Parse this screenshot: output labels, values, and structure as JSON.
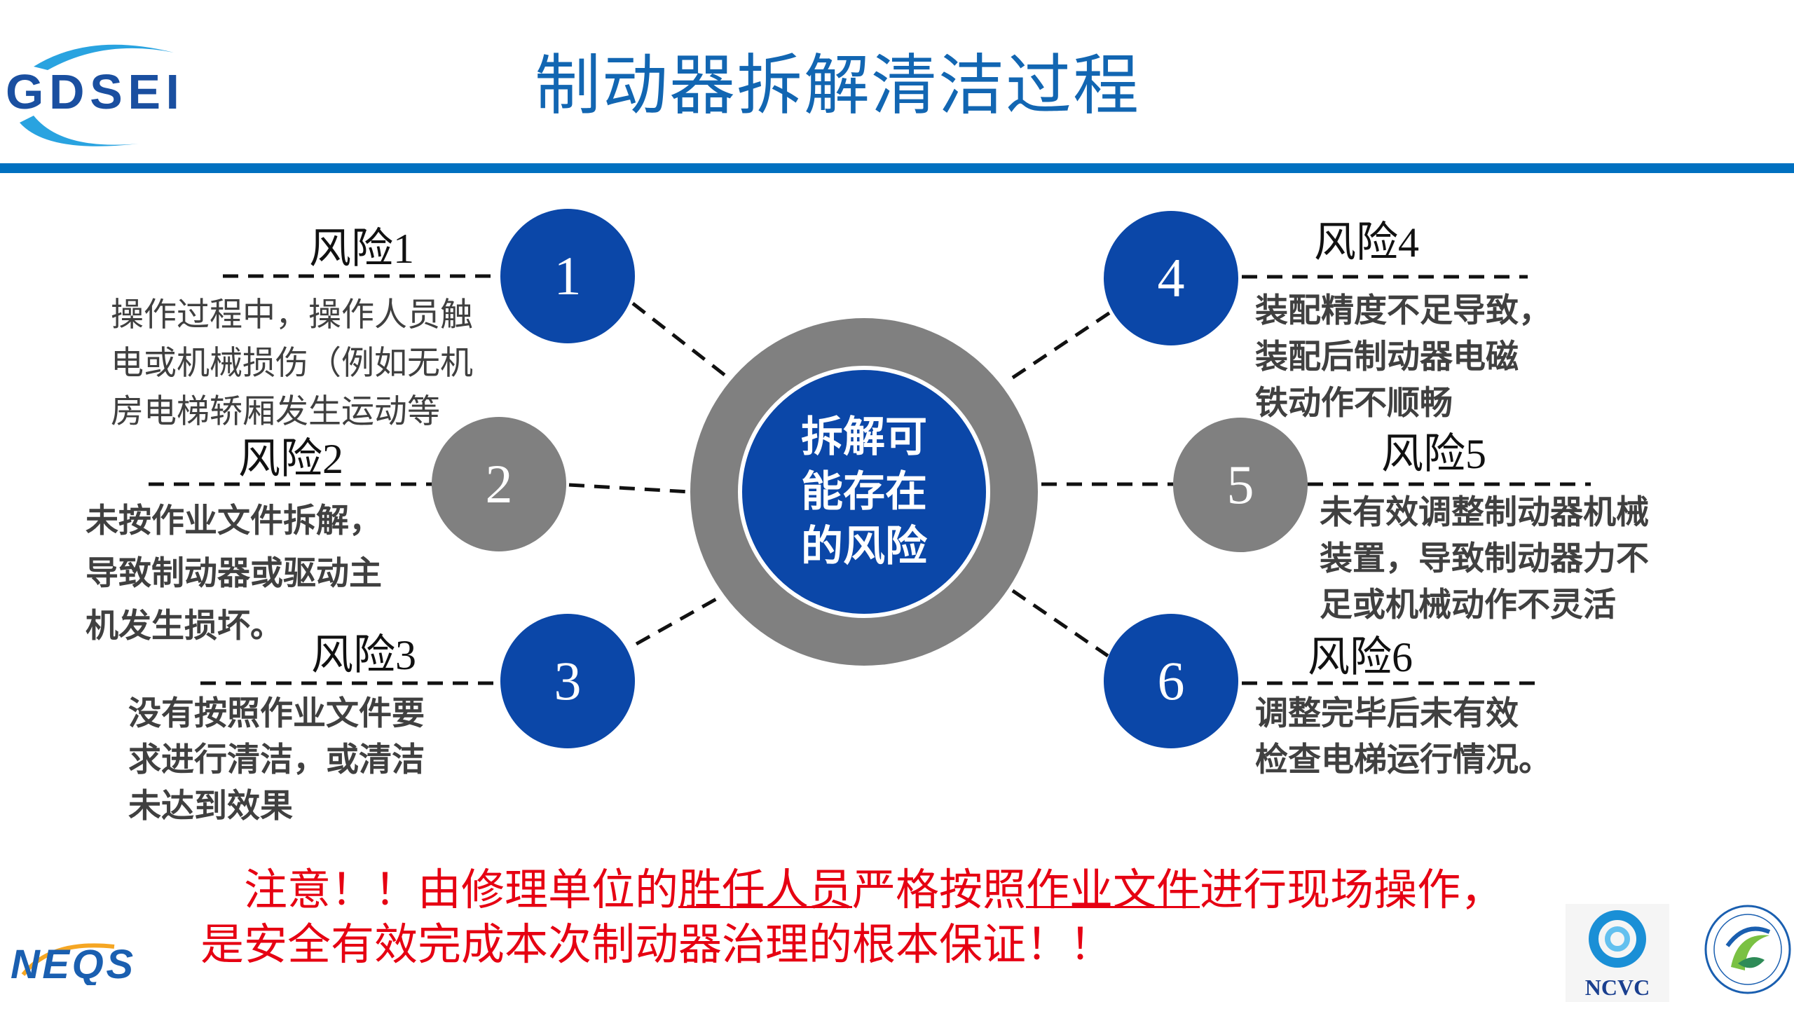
{
  "header": {
    "logo_text": "GDSEI",
    "title": "制动器拆解清洁过程"
  },
  "center": {
    "lines": [
      "拆解可",
      "能存在",
      "的风险"
    ]
  },
  "risks": [
    {
      "number": "1",
      "label": "风险1",
      "lines": [
        "操作过程中，操作人员触",
        "电或机械损伤（例如无机",
        "房电梯轿厢发生运动等"
      ]
    },
    {
      "number": "2",
      "label": "风险2",
      "lines": [
        "未按作业文件拆解，",
        "导致制动器或驱动主",
        "机发生损坏。"
      ]
    },
    {
      "number": "3",
      "label": "风险3",
      "lines": [
        "没有按照作业文件要",
        "求进行清洁，或清洁",
        "未达到效果"
      ]
    },
    {
      "number": "4",
      "label": "风险4",
      "lines": [
        "装配精度不足导致，",
        "装配后制动器电磁",
        "铁动作不顺畅"
      ]
    },
    {
      "number": "5",
      "label": "风险5",
      "lines": [
        "未有效调整制动器机械",
        "装置，导致制动器力不",
        "足或机械动作不灵活"
      ]
    },
    {
      "number": "6",
      "label": "风险6",
      "lines": [
        "调整完毕后未有效",
        "检查电梯运行情况。"
      ]
    }
  ],
  "warning": {
    "line1_a": "注意！！由修理单位的",
    "line1_u1": "胜任人员",
    "line1_b": "严格按照",
    "line1_u2": "作业文件",
    "line1_c": "进行现场操作，",
    "line2": "是安全有效完成本次制动器治理的根本保证！！"
  },
  "footer": {
    "left_logo_text": "NEQS",
    "ncvc_logo_text": "NCVC"
  },
  "colors": {
    "blue": "#0b47a8",
    "gray": "#808080",
    "title": "#1266b2",
    "bar": "#0070c0",
    "warning": "#e60012"
  }
}
